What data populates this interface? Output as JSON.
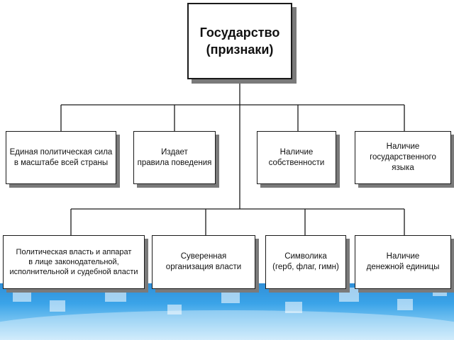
{
  "root": {
    "title": "Государство",
    "subtitle": "(признаки)"
  },
  "row1": [
    "Единая политическая сила\nв масштабе всей страны",
    "Издает\nправила поведения",
    "Наличие\nсобственности",
    "Наличие\nгосударственного языка"
  ],
  "row2": [
    "Политическая власть и аппарат\nв лице законодательной,\nисполнительной и судебной власти",
    "Суверенная\nорганизация власти",
    "Символика\n(герб, флаг, гимн)",
    "Наличие\nденежной единицы"
  ]
}
